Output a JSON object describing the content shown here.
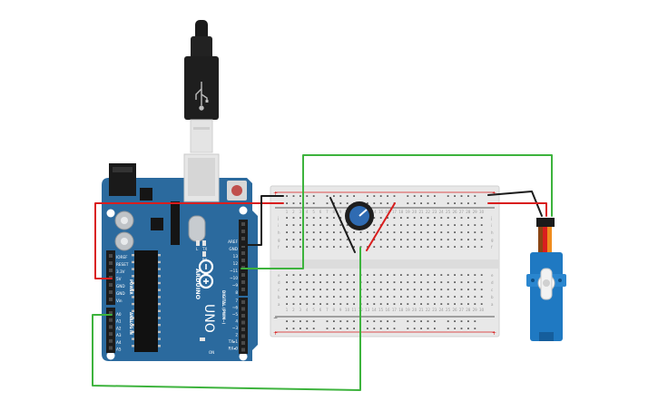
{
  "board": {
    "brand": "ARDUINO",
    "model": "UNO",
    "power_header": [
      "IOREF",
      "RESET",
      "3.3V",
      "5V",
      "GND",
      "GND",
      "Vin"
    ],
    "power_section_label": "POWER",
    "analog_header": [
      "A0",
      "A1",
      "A2",
      "A3",
      "A4",
      "A5"
    ],
    "analog_section_label": "ANALOG IN",
    "digital_header": [
      "AREF",
      "GND",
      "13",
      "12",
      "~11",
      "~10",
      "~9",
      "8",
      "7",
      "~6",
      "~5",
      "4",
      "~3",
      "2",
      "TX▸1",
      "RX◂0"
    ],
    "digital_section_label": "DIGITAL (PWM~)",
    "leds": [
      "L",
      "TX",
      "RX"
    ],
    "on_label": "ON"
  },
  "breadboard": {
    "col_numbers": [
      "1",
      "2",
      "3",
      "4",
      "5",
      "6",
      "7",
      "8",
      "9",
      "10",
      "11",
      "12",
      "13",
      "14",
      "15",
      "16",
      "17",
      "18",
      "19",
      "20",
      "21",
      "22",
      "23",
      "24",
      "25",
      "26",
      "27",
      "28",
      "29",
      "30"
    ],
    "row_letters_top": [
      "j",
      "i",
      "h",
      "g",
      "f"
    ],
    "row_letters_bottom": [
      "e",
      "d",
      "c",
      "b",
      "a"
    ],
    "plus": "+",
    "minus": "−"
  },
  "colors": {
    "board": "#2b6a9e",
    "board_dark": "#1d4f78",
    "wire_red": "#d91e1e",
    "wire_black": "#1c1c1c",
    "wire_green": "#3db33d",
    "breadboard": "#e8e8e8",
    "servo": "#1f79c2"
  }
}
